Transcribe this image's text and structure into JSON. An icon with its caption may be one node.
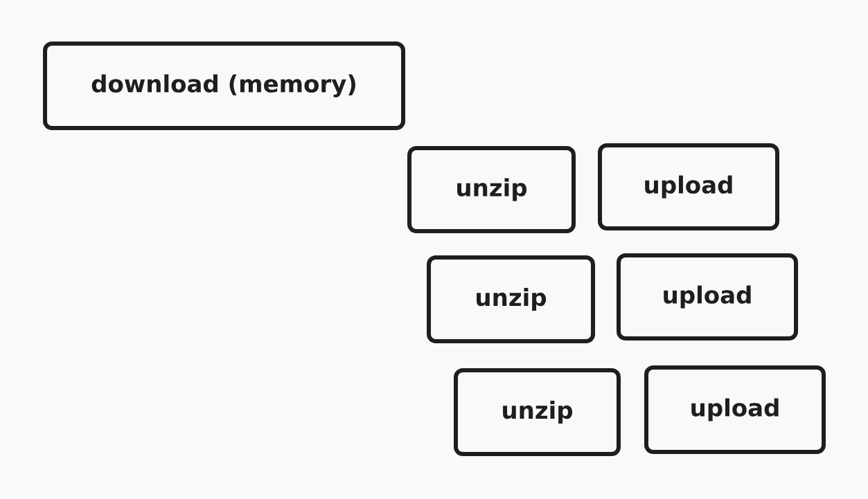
{
  "diagram": {
    "nodes": [
      {
        "text": [
          "download (memory)"
        ]
      },
      {
        "text": [
          "unzip"
        ]
      },
      {
        "text": [
          "upload"
        ]
      },
      {
        "text": [
          "unzip"
        ]
      },
      {
        "text": [
          "upload"
        ]
      },
      {
        "text": [
          "unzip"
        ]
      },
      {
        "text": [
          "upload"
        ]
      }
    ]
  }
}
